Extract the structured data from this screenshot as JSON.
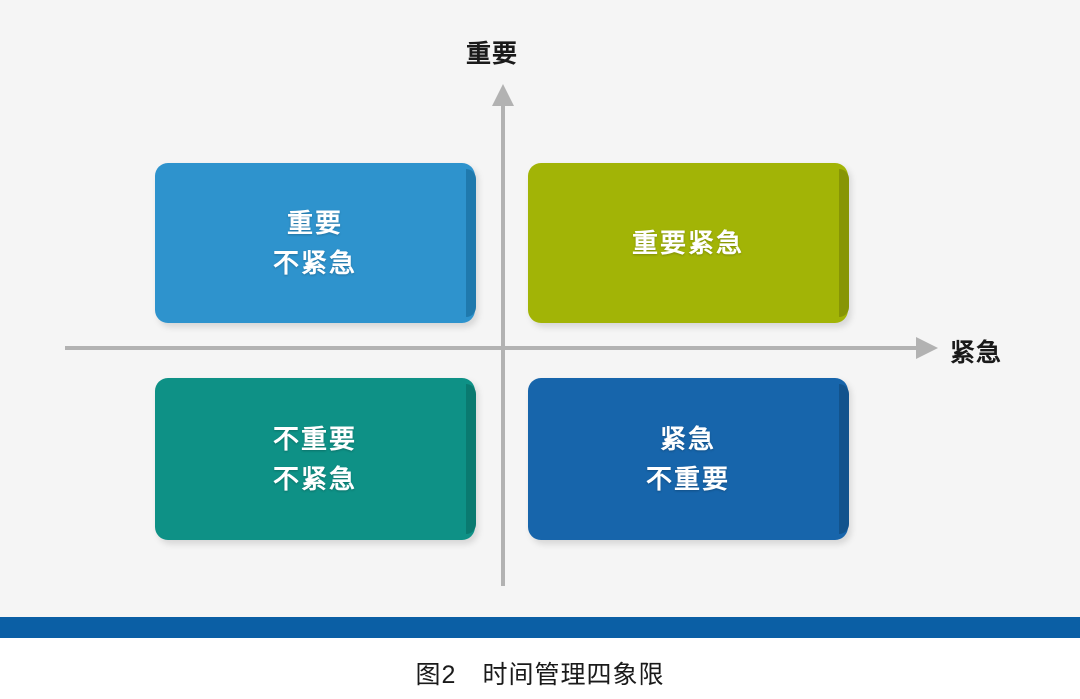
{
  "diagram": {
    "title": "时间管理四象限",
    "background_color": "#f5f5f5",
    "axes": {
      "y_label": "重要",
      "x_label": "紧急",
      "axis_color": "#b2b2b2",
      "y_arrow_icon": "arrow-up-icon",
      "x_arrow_icon": "arrow-right-icon"
    },
    "quadrants": [
      {
        "id": "important-not-urgent",
        "position": "top-left",
        "color": "#2e93cd",
        "edge_color": "#1f79ad",
        "lines": [
          "重要",
          "不紧急"
        ]
      },
      {
        "id": "important-urgent",
        "position": "top-right",
        "color": "#a2b406",
        "edge_color": "#879505",
        "lines": [
          "重要紧急"
        ]
      },
      {
        "id": "not-important-not-urgent",
        "position": "bottom-left",
        "color": "#0e9186",
        "edge_color": "#0a7a70",
        "lines": [
          "不重要",
          "不紧急"
        ]
      },
      {
        "id": "urgent-not-important",
        "position": "bottom-right",
        "color": "#1765ab",
        "edge_color": "#12538d",
        "lines": [
          "紧急",
          "不重要"
        ]
      }
    ]
  },
  "divider": {
    "color": "#0b5fa5"
  },
  "caption": {
    "number": "图2",
    "text": "时间管理四象限"
  }
}
